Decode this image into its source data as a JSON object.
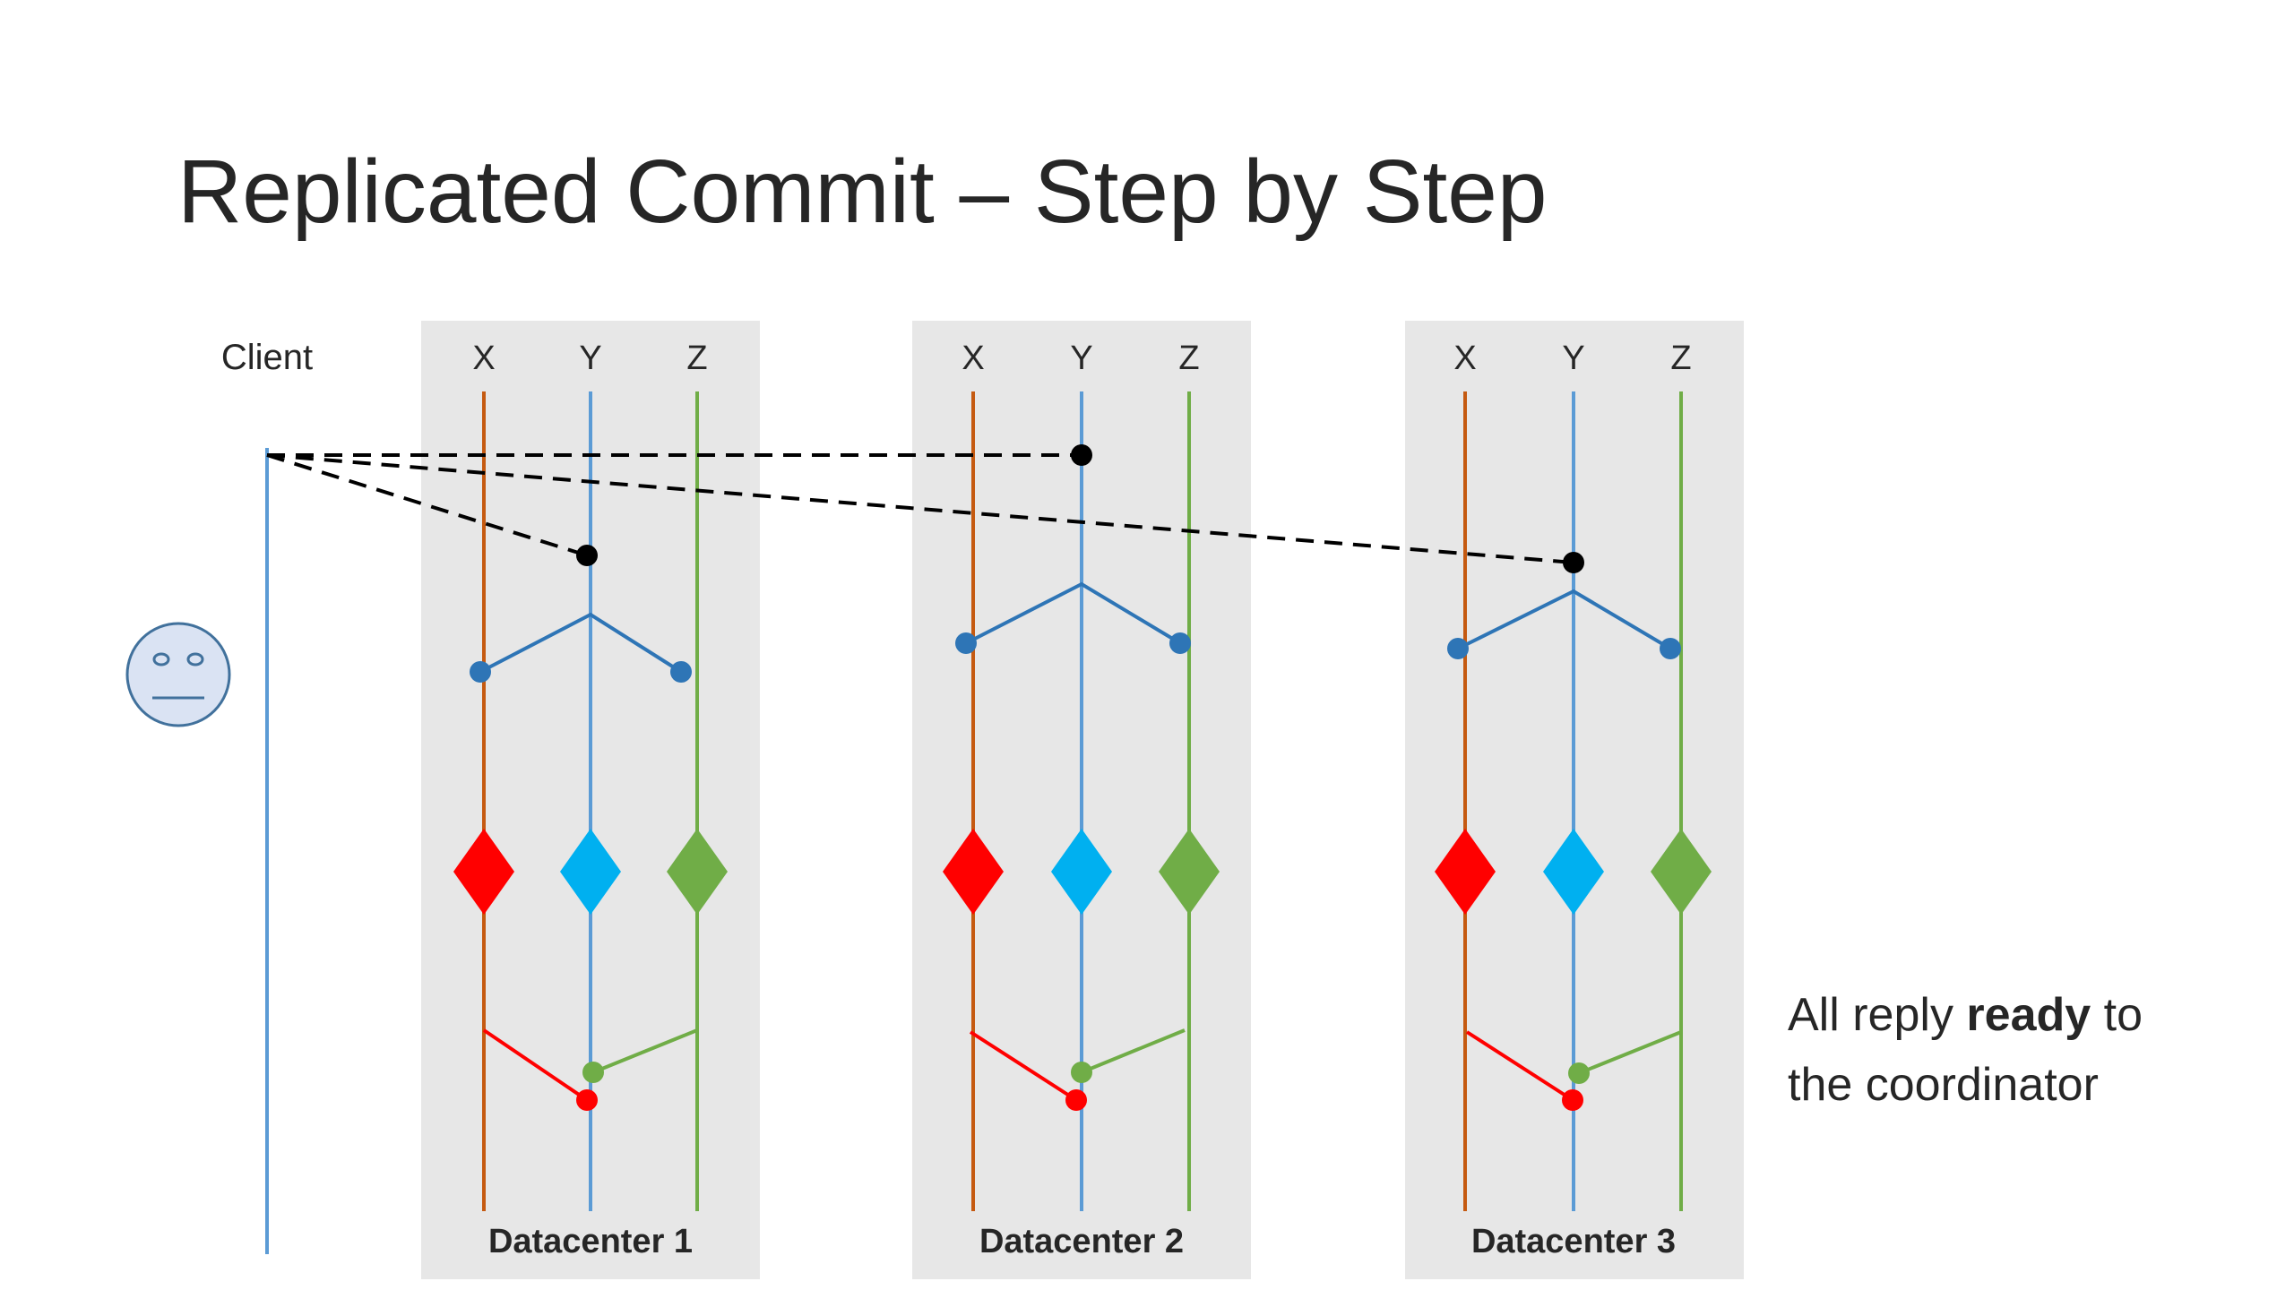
{
  "slide": {
    "title": "Replicated Commit – Step by Step",
    "client_label": "Client",
    "note": {
      "line1_before": "All reply ",
      "line1_bold": "ready",
      "line1_after": " to",
      "line2": "the coordinator"
    }
  },
  "datacenters": [
    {
      "name": "Datacenter 1",
      "columns": [
        "X",
        "Y",
        "Z"
      ]
    },
    {
      "name": "Datacenter 2",
      "columns": [
        "X",
        "Y",
        "Z"
      ]
    },
    {
      "name": "Datacenter 3",
      "columns": [
        "X",
        "Y",
        "Z"
      ]
    }
  ],
  "colors": {
    "panel": "#e7e7e7",
    "client_line": "#5b9bd5",
    "x_line": "#c55a11",
    "y_line": "#5b9bd5",
    "z_line": "#70ad47",
    "fan_out": "#2e75b6",
    "message": "#000000",
    "diamond_x": "#ff0000",
    "diamond_y": "#00b0f0",
    "diamond_z": "#70ad47",
    "reply_red": "#ff0000",
    "reply_green": "#70ad47",
    "face_fill": "#dae3f3",
    "face_stroke": "#41719c"
  },
  "icons": [
    "neutral-face-icon"
  ]
}
